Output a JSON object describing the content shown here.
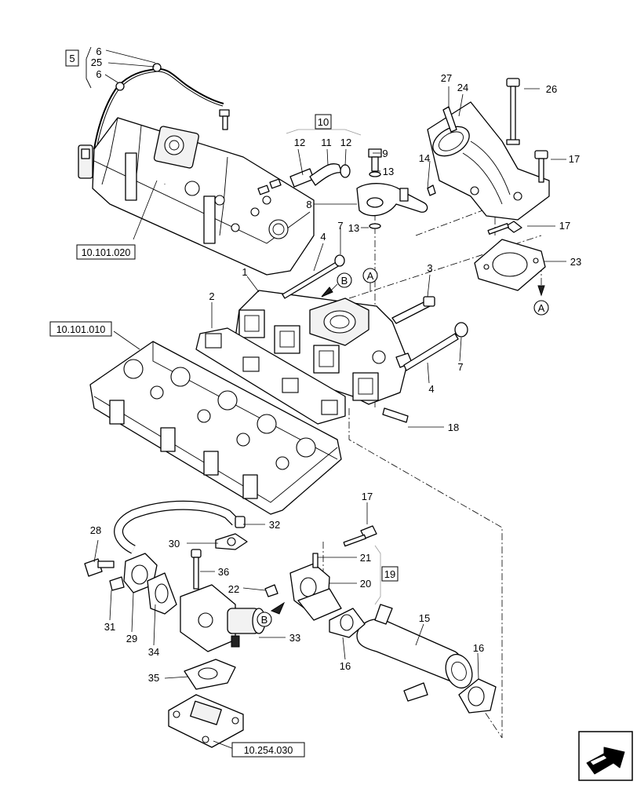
{
  "part_numbers": {
    "p6a": "6",
    "p25": "25",
    "p6b": "6",
    "p5": "5",
    "p27": "27",
    "p24": "24",
    "p26": "26",
    "p10": "10",
    "p12a": "12",
    "p11": "11",
    "p12b": "12",
    "p9": "9",
    "p13a": "13",
    "p14": "14",
    "p17a": "17",
    "p8": "8",
    "p13b": "13",
    "p17b": "17",
    "p23": "23",
    "p4a": "4",
    "p7a": "7",
    "p1": "1",
    "p3": "3",
    "p2": "2",
    "p7b": "7",
    "p4b": "4",
    "p18": "18",
    "p17c": "17",
    "p28": "28",
    "p32": "32",
    "p30": "30",
    "p21": "21",
    "p19": "19",
    "p36": "36",
    "p22": "22",
    "p20": "20",
    "p15": "15",
    "p33": "33",
    "p31": "31",
    "p29": "29",
    "p34": "34",
    "p16a": "16",
    "p16b": "16",
    "p35": "35"
  },
  "reference_boxes": {
    "valve_cover": "10.101.020",
    "cylinder_head": "10.101.010",
    "bottom_ref": "10.254.030"
  },
  "circle_markers": {
    "a1": "A",
    "a2": "A",
    "b1": "B",
    "b2": "B"
  },
  "icon": "next-page-arrow-icon"
}
